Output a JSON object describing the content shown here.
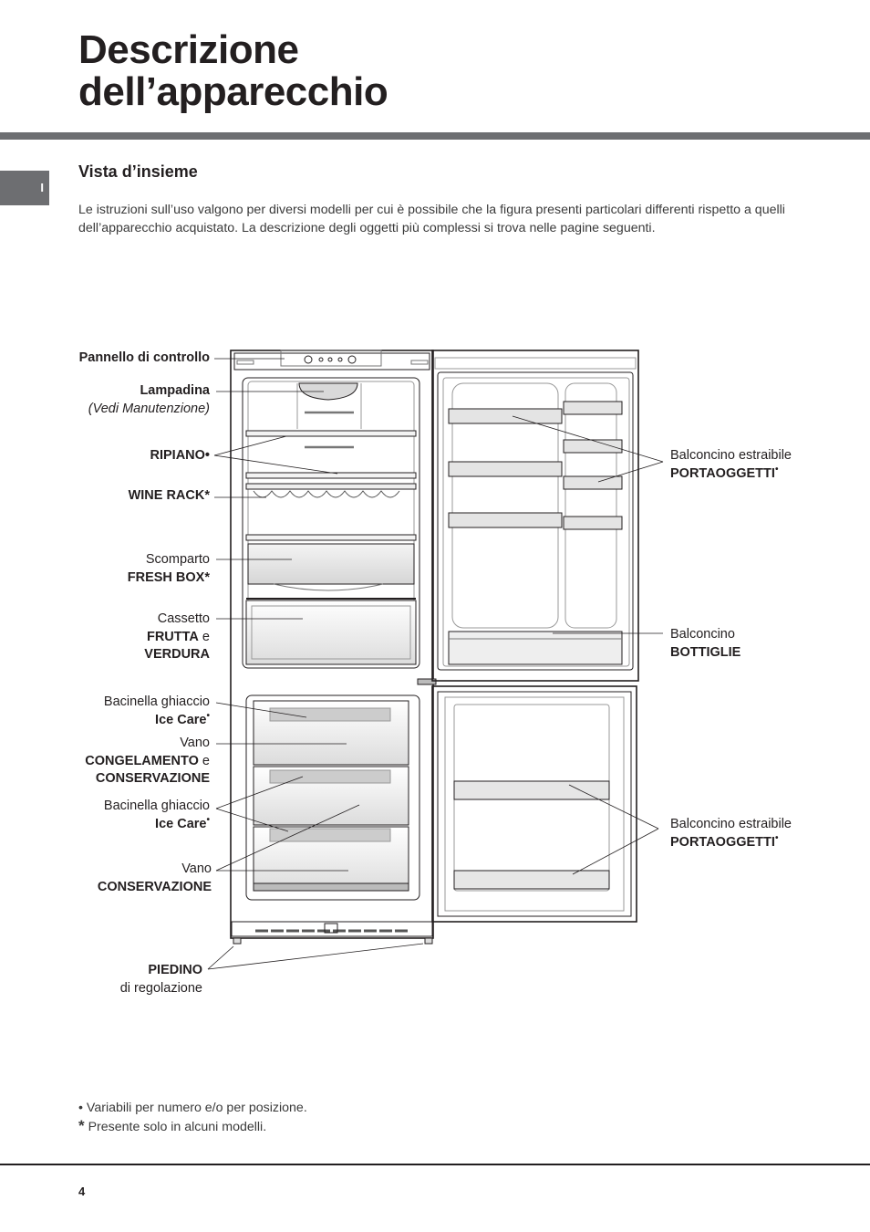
{
  "header": {
    "title_line1": "Descrizione",
    "title_line2": "dell’apparecchio",
    "language_tab": "I"
  },
  "section": {
    "subtitle": "Vista d’insieme",
    "intro": "Le istruzioni sull’uso valgono per diversi modelli per cui è possibile che la figura presenti particolari differenti rispetto a quelli dell’apparecchio acquistato. La descrizione degli oggetti più complessi si trova nelle pagine seguenti."
  },
  "labels": {
    "pannello": "Pannello di controllo",
    "lampadina": "Lampadina",
    "lampadina_note": "(Vedi Manutenzione)",
    "ripiano": "RIPIANO•",
    "wine_rack": "WINE RACK",
    "scomparto": "Scomparto",
    "fresh_box": "FRESH BOX",
    "cassetto": "Cassetto",
    "frutta": "FRUTTA",
    "e": "e",
    "verdura": "VERDURA",
    "bacinella": "Bacinella ghiaccio",
    "ice_care": "Ice Care",
    "vano": "Vano",
    "congelamento": "CONGELAMENTO",
    "conservazione": "CONSERVAZIONE",
    "piedino": "PIEDINO",
    "di_regolazione": "di regolazione",
    "balconcino_estraibile": "Balconcino estraibile",
    "portaoggetti": "PORTAOGGETTI",
    "balconcino": "Balconcino",
    "bottiglie": "BOTTIGLIE",
    "star": "*",
    "circle": "•"
  },
  "footnotes": {
    "bullet_symbol": "•",
    "bullet_text": "Variabili per numero e/o per posizione.",
    "star_symbol": "*",
    "star_text": "Presente solo in alcuni modelli."
  },
  "page_number": "4"
}
